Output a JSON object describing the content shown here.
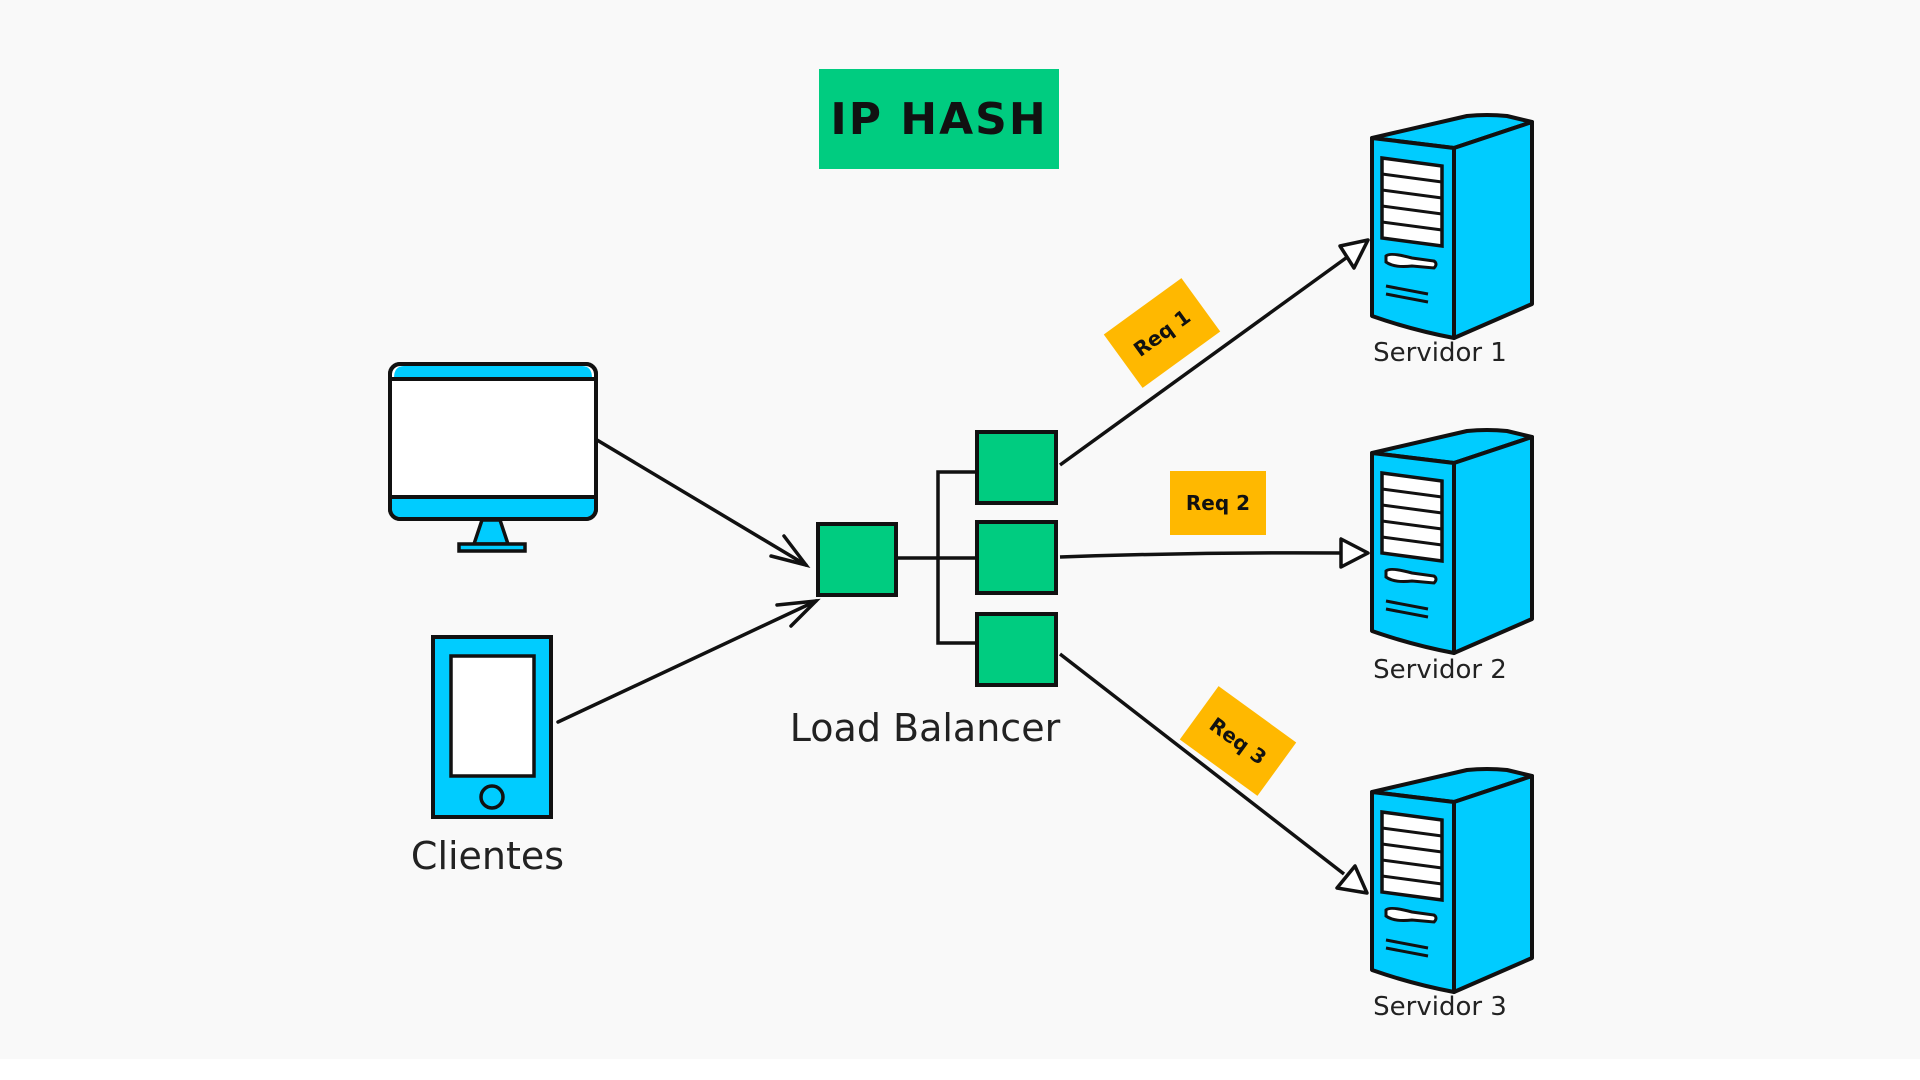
{
  "title": "IP HASH",
  "colors": {
    "background": "#f9f9f9",
    "title_bg": "#00cc80",
    "node_green": "#00cc80",
    "device_blue": "#00ccff",
    "tag_orange": "#ffb800",
    "stroke": "#111111"
  },
  "clients": {
    "label": "Clientes",
    "devices": [
      {
        "type": "desktop-monitor",
        "icon": "monitor-icon"
      },
      {
        "type": "mobile-phone",
        "icon": "phone-icon"
      }
    ]
  },
  "load_balancer": {
    "label": "Load Balancer",
    "nodes": [
      "input",
      "out-1",
      "out-2",
      "out-3"
    ]
  },
  "requests": [
    {
      "label": "Req 1",
      "target": "Servidor 1"
    },
    {
      "label": "Req 2",
      "target": "Servidor 2"
    },
    {
      "label": "Req 3",
      "target": "Servidor 3"
    }
  ],
  "servers": [
    {
      "label": "Servidor 1",
      "icon": "server-tower-icon"
    },
    {
      "label": "Servidor 2",
      "icon": "server-tower-icon"
    },
    {
      "label": "Servidor 3",
      "icon": "server-tower-icon"
    }
  ]
}
